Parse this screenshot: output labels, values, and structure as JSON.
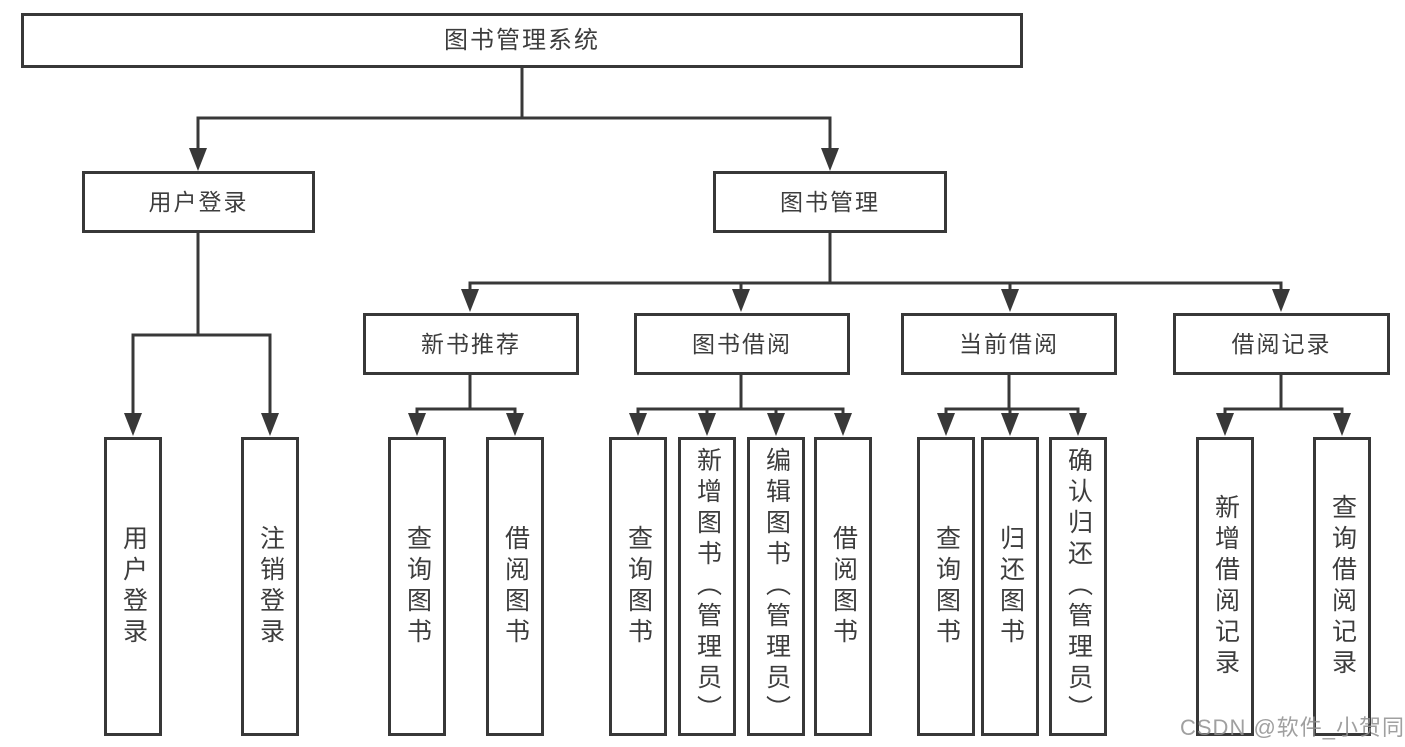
{
  "tree": {
    "label": "图书管理系统",
    "children": [
      {
        "label": "用户登录",
        "children": [
          {
            "label": "用户登录"
          },
          {
            "label": "注销登录"
          }
        ]
      },
      {
        "label": "图书管理",
        "children": [
          {
            "label": "新书推荐",
            "children": [
              {
                "label": "查询图书"
              },
              {
                "label": "借阅图书"
              }
            ]
          },
          {
            "label": "图书借阅",
            "children": [
              {
                "label": "查询图书"
              },
              {
                "label": "新增图书（管理员）"
              },
              {
                "label": "编辑图书（管理员）"
              },
              {
                "label": "借阅图书"
              }
            ]
          },
          {
            "label": "当前借阅",
            "children": [
              {
                "label": "查询图书"
              },
              {
                "label": "归还图书"
              },
              {
                "label": "确认归还（管理员）"
              }
            ]
          },
          {
            "label": "借阅记录",
            "children": [
              {
                "label": "新增借阅记录"
              },
              {
                "label": "查询借阅记录"
              }
            ]
          }
        ]
      }
    ]
  },
  "watermark": "CSDN @软件_小贺同学",
  "colors": {
    "line": "#383838",
    "text": "#3d3d3d",
    "watermark": "#8f8f8f",
    "background": "#ffffff"
  }
}
